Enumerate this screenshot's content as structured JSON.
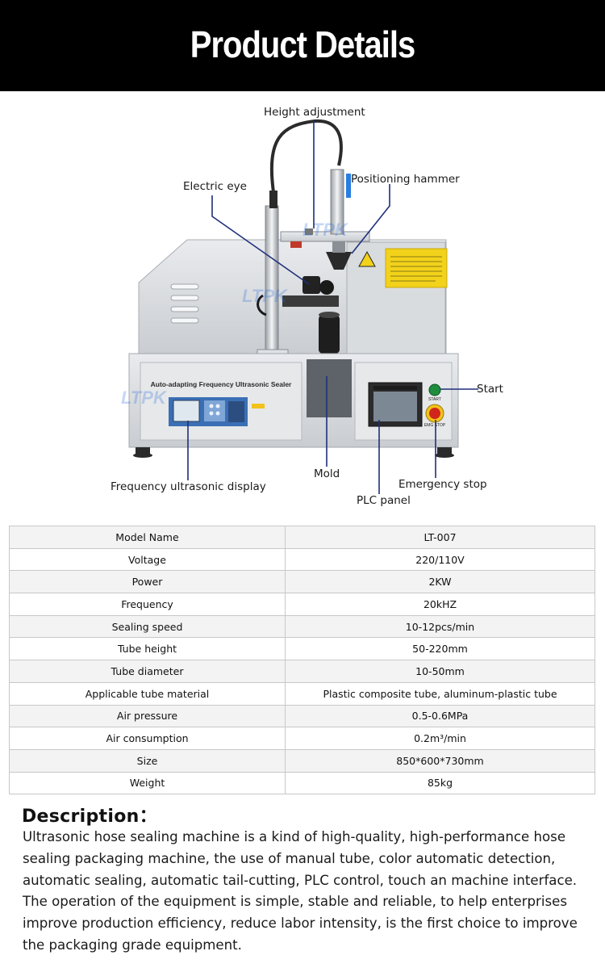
{
  "header": {
    "title": "Product Details"
  },
  "figure": {
    "watermark": "LTPK",
    "machine_panel_label": "Auto-adapting Frequency Ultrasonic Sealer",
    "start_button_label": "START",
    "emergency_button_label": "EMG STOP",
    "callouts": {
      "height_adjustment": "Height adjustment",
      "electric_eye": "Electric eye",
      "positioning_hammer": "Positioning hammer",
      "start": "Start",
      "frequency_display": "Frequency ultrasonic display",
      "mold": "Mold",
      "emergency_stop": "Emergency stop",
      "plc_panel": "PLC panel"
    },
    "callout_line_color": "#1f2f7a"
  },
  "specs": [
    {
      "key": "Model Name",
      "value": "LT-007"
    },
    {
      "key": "Voltage",
      "value": "220/110V"
    },
    {
      "key": "Power",
      "value": "2KW"
    },
    {
      "key": "Frequency",
      "value": "20kHZ"
    },
    {
      "key": "Sealing speed",
      "value": "10-12pcs/min"
    },
    {
      "key": "Tube height",
      "value": "50-220mm"
    },
    {
      "key": "Tube diameter",
      "value": "10-50mm"
    },
    {
      "key": "Applicable tube material",
      "value": "Plastic composite tube, aluminum-plastic tube"
    },
    {
      "key": "Air pressure",
      "value": "0.5-0.6MPa"
    },
    {
      "key": "Air consumption",
      "value": "0.2m³/min"
    },
    {
      "key": "Size",
      "value": "850*600*730mm"
    },
    {
      "key": "Weight",
      "value": "85kg"
    }
  ],
  "description": {
    "title": "Description：",
    "body": "Ultrasonic hose sealing machine is a kind of high-quality, high-performance hose sealing packaging machine, the use of manual tube, color automatic detection, automatic sealing, automatic tail-cutting, PLC control, touch an machine interface. The operation of the equipment is simple, stable and reliable, to help enterprises improve production efficiency, reduce labor intensity, is the first choice to improve the packaging grade equipment."
  }
}
